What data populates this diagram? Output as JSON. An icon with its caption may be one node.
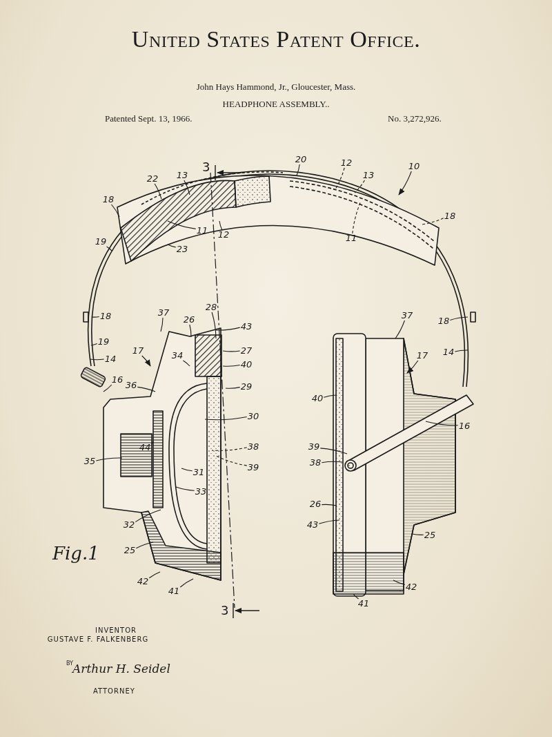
{
  "diagram": {
    "title": "United States Patent Office.",
    "nodes": [
      {
        "text": [
          "20"
        ]
      },
      {
        "text": [
          "12"
        ]
      },
      {
        "text": [
          "10"
        ]
      },
      {
        "text": [
          "13"
        ]
      },
      {
        "text": [
          "13"
        ]
      },
      {
        "text": [
          "22"
        ]
      },
      {
        "text": [
          "18"
        ]
      },
      {
        "text": [
          "18"
        ]
      },
      {
        "text": [
          "11"
        ]
      },
      {
        "text": [
          "12"
        ]
      },
      {
        "text": [
          "11"
        ]
      },
      {
        "text": [
          "19"
        ]
      },
      {
        "text": [
          "23"
        ]
      },
      {
        "text": [
          "28"
        ]
      },
      {
        "text": [
          "37"
        ]
      },
      {
        "text": [
          "18"
        ]
      },
      {
        "text": [
          "26"
        ]
      },
      {
        "text": [
          "43"
        ]
      },
      {
        "text": [
          "19"
        ]
      },
      {
        "text": [
          "17"
        ]
      },
      {
        "text": [
          "27"
        ]
      },
      {
        "text": [
          "34"
        ]
      },
      {
        "text": [
          "14"
        ]
      },
      {
        "text": [
          "40"
        ]
      },
      {
        "text": [
          "16"
        ]
      },
      {
        "text": [
          "36"
        ]
      },
      {
        "text": [
          "29"
        ]
      },
      {
        "text": [
          "30"
        ]
      },
      {
        "text": [
          "38"
        ]
      },
      {
        "text": [
          "44"
        ]
      },
      {
        "text": [
          "35"
        ]
      },
      {
        "text": [
          "39"
        ]
      },
      {
        "text": [
          "31"
        ]
      },
      {
        "text": [
          "33"
        ]
      },
      {
        "text": [
          "32"
        ]
      },
      {
        "text": [
          "25"
        ]
      },
      {
        "text": [
          "42"
        ]
      },
      {
        "text": [
          "41"
        ]
      },
      {
        "text": [
          "37"
        ]
      },
      {
        "text": [
          "18"
        ]
      },
      {
        "text": [
          "14"
        ]
      },
      {
        "text": [
          "17"
        ]
      },
      {
        "text": [
          "40"
        ]
      },
      {
        "text": [
          "16"
        ]
      },
      {
        "text": [
          "39"
        ]
      },
      {
        "text": [
          "38"
        ]
      },
      {
        "text": [
          "26"
        ]
      },
      {
        "text": [
          "43"
        ]
      },
      {
        "text": [
          "25"
        ]
      },
      {
        "text": [
          "42"
        ]
      },
      {
        "text": [
          "41"
        ]
      }
    ],
    "edges": [
      {
        "from": 0,
        "to": null,
        "arrow": "none"
      },
      {
        "from": 1,
        "to": null,
        "arrow": "none",
        "style": "dashed"
      },
      {
        "from": 2,
        "to": null,
        "arrow": "to"
      },
      {
        "from": 3,
        "to": null,
        "arrow": "none"
      },
      {
        "from": 4,
        "to": null,
        "arrow": "none",
        "style": "dashed"
      },
      {
        "from": 5,
        "to": null,
        "arrow": "none"
      },
      {
        "from": 6,
        "to": null,
        "arrow": "none"
      },
      {
        "from": 7,
        "to": null,
        "arrow": "none",
        "style": "dashed"
      },
      {
        "from": 8,
        "to": null,
        "arrow": "none"
      },
      {
        "from": 9,
        "to": null,
        "arrow": "none"
      },
      {
        "from": 10,
        "to": null,
        "arrow": "none",
        "style": "dashed"
      },
      {
        "from": 11,
        "to": null,
        "arrow": "none"
      },
      {
        "from": 12,
        "to": null,
        "arrow": "none"
      },
      {
        "from": 13,
        "to": null,
        "arrow": "none"
      },
      {
        "from": 14,
        "to": null,
        "arrow": "none"
      },
      {
        "from": 15,
        "to": null,
        "arrow": "none"
      },
      {
        "from": 16,
        "to": null,
        "arrow": "none"
      },
      {
        "from": 17,
        "to": null,
        "arrow": "none"
      },
      {
        "from": 18,
        "to": null,
        "arrow": "none"
      },
      {
        "from": 19,
        "to": null,
        "arrow": "to"
      },
      {
        "from": 20,
        "to": null,
        "arrow": "none"
      },
      {
        "from": 21,
        "to": null,
        "arrow": "none"
      },
      {
        "from": 22,
        "to": null,
        "arrow": "none"
      },
      {
        "from": 23,
        "to": null,
        "arrow": "none"
      },
      {
        "from": 24,
        "to": null,
        "arrow": "none"
      },
      {
        "from": 25,
        "to": null,
        "arrow": "none"
      },
      {
        "from": 26,
        "to": null,
        "arrow": "none"
      },
      {
        "from": 27,
        "to": null,
        "arrow": "none"
      },
      {
        "from": 28,
        "to": null,
        "arrow": "none",
        "style": "dashed"
      },
      {
        "from": 29,
        "to": null,
        "arrow": "none"
      },
      {
        "from": 30,
        "to": null,
        "arrow": "none"
      },
      {
        "from": 31,
        "to": null,
        "arrow": "none",
        "style": "dashed"
      },
      {
        "from": 32,
        "to": null,
        "arrow": "none"
      },
      {
        "from": 33,
        "to": null,
        "arrow": "none"
      },
      {
        "from": 34,
        "to": null,
        "arrow": "none"
      },
      {
        "from": 35,
        "to": null,
        "arrow": "none"
      },
      {
        "from": 36,
        "to": null,
        "arrow": "none"
      },
      {
        "from": 37,
        "to": null,
        "arrow": "none"
      },
      {
        "from": 38,
        "to": null,
        "arrow": "none"
      },
      {
        "from": 39,
        "to": null,
        "arrow": "none"
      },
      {
        "from": 40,
        "to": null,
        "arrow": "none"
      },
      {
        "from": 41,
        "to": null,
        "arrow": "to"
      },
      {
        "from": 42,
        "to": null,
        "arrow": "none"
      },
      {
        "from": 43,
        "to": null,
        "arrow": "none"
      },
      {
        "from": 44,
        "to": null,
        "arrow": "none"
      },
      {
        "from": 45,
        "to": null,
        "arrow": "none"
      },
      {
        "from": 46,
        "to": null,
        "arrow": "none"
      },
      {
        "from": 47,
        "to": null,
        "arrow": "none"
      },
      {
        "from": 48,
        "to": null,
        "arrow": "none"
      },
      {
        "from": 49,
        "to": null,
        "arrow": "none"
      },
      {
        "from": 50,
        "to": null,
        "arrow": "none"
      }
    ],
    "labels": [
      "John Hays Hammond, Jr., Gloucester, Mass.",
      "HEADPHONE ASSEMBLY..",
      "Patented Sept. 13, 1966.",
      "No. 3,272,926.",
      "3",
      "Fig.1",
      "3",
      "INVENTOR",
      "GUSTAVE F. FALKENBERG",
      "BY",
      "Arthur H. Seidel",
      "ATTORNEY"
    ]
  }
}
